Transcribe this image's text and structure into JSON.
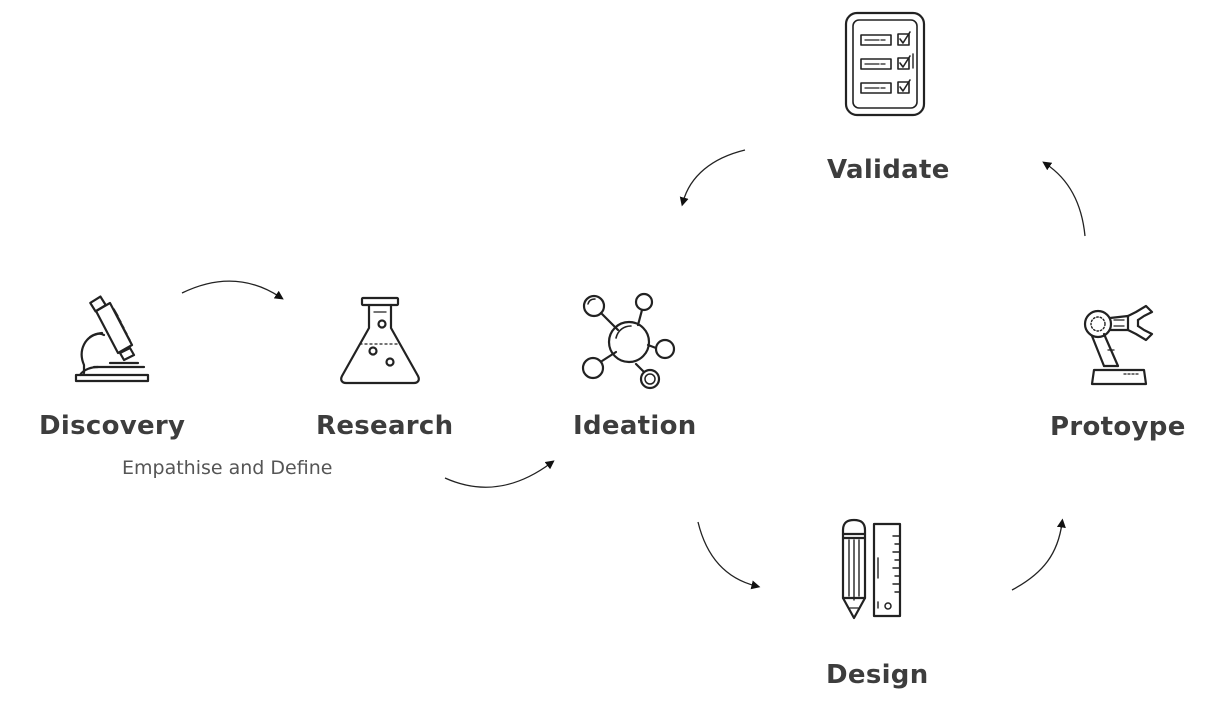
{
  "stages": [
    {
      "id": "discovery",
      "label": "Discovery",
      "icon": "microscope-icon"
    },
    {
      "id": "research",
      "label": "Research",
      "icon": "flask-icon"
    },
    {
      "id": "ideation",
      "label": "Ideation",
      "icon": "molecule-icon"
    },
    {
      "id": "design",
      "label": "Design",
      "icon": "pencil-ruler-icon"
    },
    {
      "id": "prototype",
      "label": "Protoype",
      "icon": "robot-arm-icon"
    },
    {
      "id": "validate",
      "label": "Validate",
      "icon": "checklist-icon"
    }
  ],
  "subtitle": "Empathise and Define",
  "colors": {
    "stroke": "#222222",
    "label": "#3d3d3d",
    "subtitle": "#555555",
    "background": "#ffffff"
  }
}
